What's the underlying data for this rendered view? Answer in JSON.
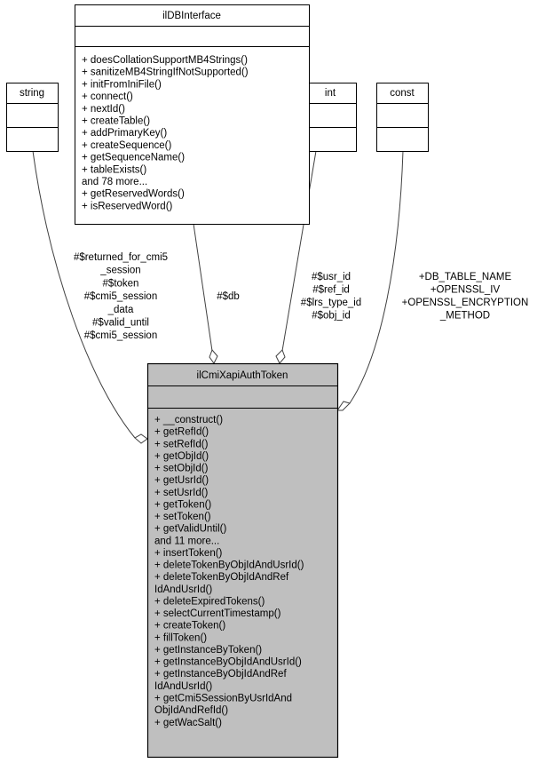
{
  "classes": {
    "string": {
      "title": "string"
    },
    "int": {
      "title": "int"
    },
    "const": {
      "title": "const"
    },
    "db_interface": {
      "title": "ilDBInterface",
      "methods": [
        "+ doesCollationSupportMB4Strings()",
        "+ sanitizeMB4StringIfNotSupported()",
        "+ initFromIniFile()",
        "+ connect()",
        "+ nextId()",
        "+ createTable()",
        "+ addPrimaryKey()",
        "+ createSequence()",
        "+ getSequenceName()",
        "+ tableExists()",
        "and 78 more...",
        "+ getReservedWords()",
        "+ isReservedWord()"
      ]
    },
    "main": {
      "title": "ilCmiXapiAuthToken",
      "methods": [
        "+ __construct()",
        "+ getRefId()",
        "+ setRefId()",
        "+ getObjId()",
        "+ setObjId()",
        "+ getUsrId()",
        "+ setUsrId()",
        "+ getToken()",
        "+ setToken()",
        "+ getValidUntil()",
        "and 11 more...",
        "+ insertToken()",
        "+ deleteTokenByObjIdAndUsrId()",
        "+ deleteTokenByObjIdAndRef",
        "IdAndUsrId()",
        "+ deleteExpiredTokens()",
        "+ selectCurrentTimestamp()",
        "+ createToken()",
        "+ fillToken()",
        "+ getInstanceByToken()",
        "+ getInstanceByObjIdAndUsrId()",
        "+ getInstanceByObjIdAndRef",
        "IdAndUsrId()",
        "+ getCmi5SessionByUsrIdAnd",
        "ObjIdAndRefId()",
        "+ getWacSalt()"
      ]
    }
  },
  "edges": {
    "string": [
      "#$returned_for_cmi5",
      "_session",
      "#$token",
      "#$cmi5_session",
      "_data",
      "#$valid_until",
      "#$cmi5_session"
    ],
    "db": [
      "#$db"
    ],
    "int": [
      "#$usr_id",
      "#$ref_id",
      "#$lrs_type_id",
      "#$obj_id"
    ],
    "const": [
      "+DB_TABLE_NAME",
      "+OPENSSL_IV",
      "+OPENSSL_ENCRYPTION",
      "_METHOD"
    ]
  }
}
